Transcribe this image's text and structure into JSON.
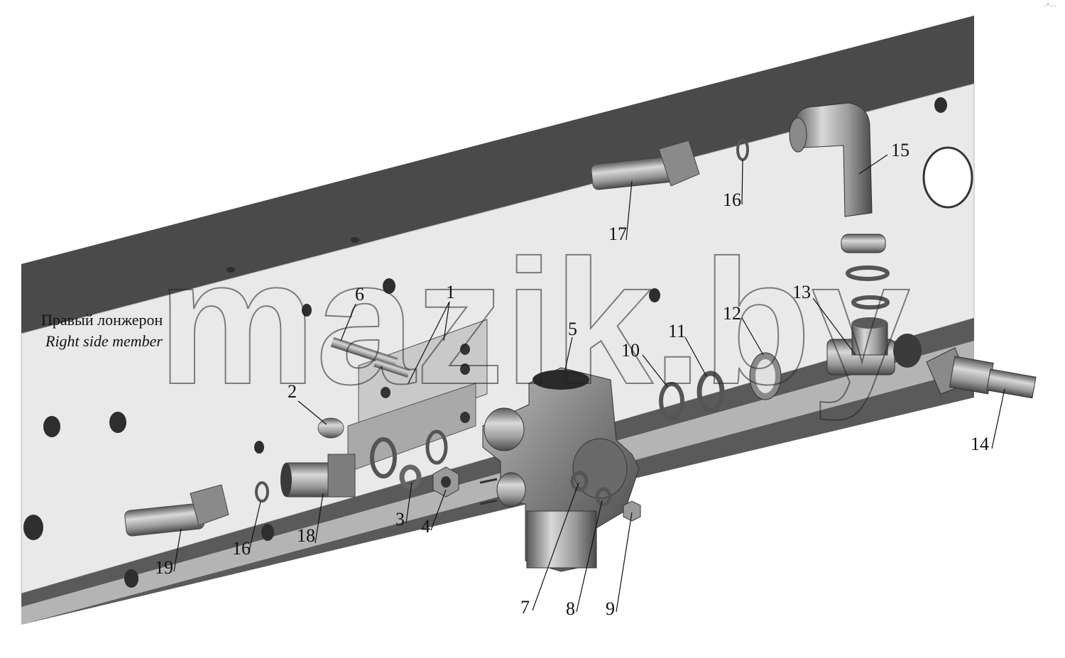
{
  "captions": {
    "ru": "Правый лонжерон",
    "en": "Right side member"
  },
  "watermark": "mazik.by",
  "corner_icon": "more-dots-icon",
  "colors": {
    "frame_dark": "#4a4a4a",
    "frame_face": "#e8e8e8",
    "part_mid": "#8c8c8c",
    "part_dark": "#3a3a3a"
  },
  "callouts": [
    "1",
    "2",
    "3",
    "4",
    "5",
    "6",
    "7",
    "8",
    "9",
    "10",
    "11",
    "12",
    "13",
    "14",
    "15",
    "16",
    "16",
    "17",
    "18",
    "19"
  ]
}
